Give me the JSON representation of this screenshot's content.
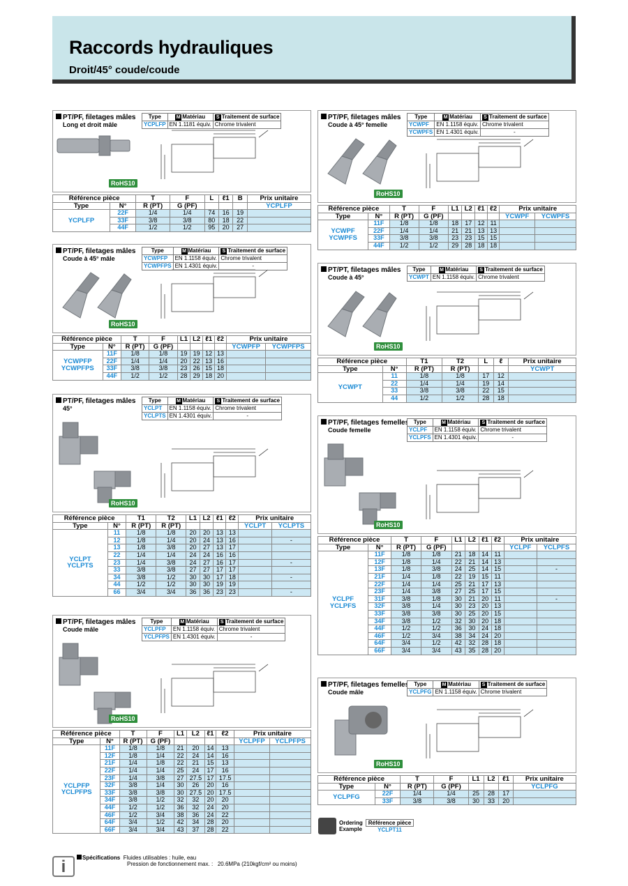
{
  "page": {
    "title": "Raccords hydrauliques",
    "subtitle": "Droit/45° coude/coude"
  },
  "common": {
    "type": "Type",
    "m": "M",
    "s": "S",
    "materiau": "Matériau",
    "traitement": "Traitement de surface",
    "ref": "Référence pièce",
    "no": "N°",
    "prix": "Prix unitaire",
    "rohs": "RoHS10",
    "chrome": "Chrome trivalent",
    "dash": "-"
  },
  "s1": {
    "title": "PT/PF, filetages mâles",
    "sub": "Long et droit mâle",
    "mat": [
      [
        "YCPLFP",
        "EN 1.1181 équiv.",
        "Chrome trivalent"
      ]
    ],
    "type": "YCPLFP",
    "cols": [
      "T",
      "F",
      "L",
      "ℓ1",
      "B"
    ],
    "cols2": [
      "R (PT)",
      "G (PF)"
    ],
    "price": [
      "YCPLFP"
    ],
    "rows": [
      [
        "22F",
        "1/4",
        "1/4",
        "74",
        "16",
        "19"
      ],
      [
        "33F",
        "3/8",
        "3/8",
        "80",
        "18",
        "22"
      ],
      [
        "44F",
        "1/2",
        "1/2",
        "95",
        "20",
        "27"
      ]
    ]
  },
  "s2": {
    "title": "PT/PF, filetages mâles",
    "sub": "Coude à 45° mâle",
    "mat": [
      [
        "YCWPFP",
        "EN 1.1158 équiv.",
        "Chrome trivalent"
      ],
      [
        "YCWPFPS",
        "EN 1.4301 équiv.",
        "-"
      ]
    ],
    "type1": "YCWPFP",
    "type2": "YCWPFPS",
    "cols": [
      "T",
      "F",
      "L1",
      "L2",
      "ℓ1",
      "ℓ2"
    ],
    "cols2": [
      "R (PT)",
      "G (PF)"
    ],
    "price": [
      "YCWPFP",
      "YCWPFPS"
    ],
    "rows": [
      [
        "11F",
        "1/8",
        "1/8",
        "19",
        "19",
        "12",
        "13"
      ],
      [
        "22F",
        "1/4",
        "1/4",
        "20",
        "22",
        "13",
        "16"
      ],
      [
        "33F",
        "3/8",
        "3/8",
        "23",
        "26",
        "15",
        "18"
      ],
      [
        "44F",
        "1/2",
        "1/2",
        "28",
        "29",
        "18",
        "20"
      ]
    ]
  },
  "s3": {
    "title": "PT/PF, filetages mâles",
    "sub": "45°",
    "mat": [
      [
        "YCLPT",
        "EN 1.1158 équiv.",
        "Chrome trivalent"
      ],
      [
        "YCLPTS",
        "EN 1.4301 équiv.",
        "-"
      ]
    ],
    "type1": "YCLPT",
    "type2": "YCLPTS",
    "cols": [
      "T1",
      "T2",
      "L1",
      "L2",
      "ℓ1",
      "ℓ2"
    ],
    "cols2": [
      "R (PT)",
      "R (PT)"
    ],
    "price": [
      "YCLPT",
      "YCLPTS"
    ],
    "rows": [
      [
        "11",
        "1/8",
        "1/8",
        "20",
        "20",
        "13",
        "13",
        ""
      ],
      [
        "12",
        "1/8",
        "1/4",
        "20",
        "24",
        "13",
        "16",
        "-"
      ],
      [
        "13",
        "1/8",
        "3/8",
        "20",
        "27",
        "13",
        "17",
        ""
      ],
      [
        "22",
        "1/4",
        "1/4",
        "24",
        "24",
        "16",
        "16",
        ""
      ],
      [
        "23",
        "1/4",
        "3/8",
        "24",
        "27",
        "16",
        "17",
        "-"
      ],
      [
        "33",
        "3/8",
        "3/8",
        "27",
        "27",
        "17",
        "17",
        ""
      ],
      [
        "34",
        "3/8",
        "1/2",
        "30",
        "30",
        "17",
        "18",
        "-"
      ],
      [
        "44",
        "1/2",
        "1/2",
        "30",
        "30",
        "19",
        "19",
        ""
      ],
      [
        "66",
        "3/4",
        "3/4",
        "36",
        "36",
        "23",
        "23",
        "-"
      ]
    ]
  },
  "s4": {
    "title": "PT/PF, filetages mâles",
    "sub": "Coude mâle",
    "mat": [
      [
        "YCLPFP",
        "EN 1.1158 équiv.",
        "Chrome trivalent"
      ],
      [
        "YCLPFPS",
        "EN 1.4301 équiv.",
        "-"
      ]
    ],
    "type1": "YCLPFP",
    "type2": "YCLPFPS",
    "cols": [
      "T",
      "F",
      "L1",
      "L2",
      "ℓ1",
      "ℓ2"
    ],
    "cols2": [
      "R (PT)",
      "G (PF)"
    ],
    "price": [
      "YCLPFP",
      "YCLPFPS"
    ],
    "rows": [
      [
        "11F",
        "1/8",
        "1/8",
        "21",
        "20",
        "14",
        "13"
      ],
      [
        "12F",
        "1/8",
        "1/4",
        "22",
        "24",
        "14",
        "16"
      ],
      [
        "21F",
        "1/4",
        "1/8",
        "22",
        "21",
        "15",
        "13"
      ],
      [
        "22F",
        "1/4",
        "1/4",
        "25",
        "24",
        "17",
        "16"
      ],
      [
        "23F",
        "1/4",
        "3/8",
        "27",
        "27.5",
        "17",
        "17.5"
      ],
      [
        "32F",
        "3/8",
        "1/4",
        "30",
        "26",
        "20",
        "16"
      ],
      [
        "33F",
        "3/8",
        "3/8",
        "30",
        "27.5",
        "20",
        "17.5"
      ],
      [
        "34F",
        "3/8",
        "1/2",
        "32",
        "32",
        "20",
        "20"
      ],
      [
        "44F",
        "1/2",
        "1/2",
        "36",
        "32",
        "24",
        "20"
      ],
      [
        "46F",
        "1/2",
        "3/4",
        "38",
        "36",
        "24",
        "22"
      ],
      [
        "64F",
        "3/4",
        "1/2",
        "42",
        "34",
        "28",
        "20"
      ],
      [
        "66F",
        "3/4",
        "3/4",
        "43",
        "37",
        "28",
        "22"
      ]
    ]
  },
  "s5": {
    "title": "PT/PF, filetages mâles",
    "sub": "Coude à 45° femelle",
    "mat": [
      [
        "YCWPF",
        "EN 1.1158 équiv.",
        "Chrome trivalent"
      ],
      [
        "YCWPFS",
        "EN 1.4301 équiv.",
        "-"
      ]
    ],
    "type1": "YCWPF",
    "type2": "YCWPFS",
    "cols": [
      "T",
      "F",
      "L1",
      "L2",
      "ℓ1",
      "ℓ2"
    ],
    "cols2": [
      "R (PT)",
      "G (PF)"
    ],
    "price": [
      "YCWPF",
      "YCWPFS"
    ],
    "rows": [
      [
        "11F",
        "1/8",
        "1/8",
        "18",
        "17",
        "12",
        "11"
      ],
      [
        "22F",
        "1/4",
        "1/4",
        "21",
        "21",
        "13",
        "13"
      ],
      [
        "33F",
        "3/8",
        "3/8",
        "23",
        "23",
        "15",
        "15"
      ],
      [
        "44F",
        "1/2",
        "1/2",
        "29",
        "28",
        "18",
        "18"
      ]
    ]
  },
  "s6": {
    "title": "PT/PT, filetages mâles",
    "sub": "Coude à 45°",
    "mat": [
      [
        "YCWPT",
        "EN 1.1158 équiv.",
        "Chrome trivalent"
      ]
    ],
    "type": "YCWPT",
    "cols": [
      "T1",
      "T2",
      "L",
      "ℓ"
    ],
    "cols2": [
      "R (PT)",
      "R (PT)"
    ],
    "price": [
      "YCWPT"
    ],
    "rows": [
      [
        "11",
        "1/8",
        "1/8",
        "17",
        "12"
      ],
      [
        "22",
        "1/4",
        "1/4",
        "19",
        "14"
      ],
      [
        "33",
        "3/8",
        "3/8",
        "22",
        "15"
      ],
      [
        "44",
        "1/2",
        "1/2",
        "28",
        "18"
      ]
    ]
  },
  "s7": {
    "title": "PT/PF, filetages femelles",
    "sub": "Coude femelle",
    "mat": [
      [
        "YCLPF",
        "EN 1.1158 équiv.",
        "Chrome trivalent"
      ],
      [
        "YCLPFS",
        "EN 1.4301 équiv.",
        "-"
      ]
    ],
    "type1": "YCLPF",
    "type2": "YCLPFS",
    "cols": [
      "T",
      "F",
      "L1",
      "L2",
      "ℓ1",
      "ℓ2"
    ],
    "cols2": [
      "R (PT)",
      "G (PF)"
    ],
    "price": [
      "YCLPF",
      "YCLPFS"
    ],
    "rows": [
      [
        "11F",
        "1/8",
        "1/8",
        "21",
        "18",
        "14",
        "11",
        ""
      ],
      [
        "12F",
        "1/8",
        "1/4",
        "22",
        "21",
        "14",
        "13",
        ""
      ],
      [
        "13F",
        "1/8",
        "3/8",
        "24",
        "25",
        "14",
        "15",
        "-"
      ],
      [
        "21F",
        "1/4",
        "1/8",
        "22",
        "19",
        "15",
        "11",
        ""
      ],
      [
        "22F",
        "1/4",
        "1/4",
        "25",
        "21",
        "17",
        "13",
        ""
      ],
      [
        "23F",
        "1/4",
        "3/8",
        "27",
        "25",
        "17",
        "15",
        ""
      ],
      [
        "31F",
        "3/8",
        "1/8",
        "30",
        "21",
        "20",
        "11",
        "-"
      ],
      [
        "32F",
        "3/8",
        "1/4",
        "30",
        "23",
        "20",
        "13",
        ""
      ],
      [
        "33F",
        "3/8",
        "3/8",
        "30",
        "25",
        "20",
        "15",
        ""
      ],
      [
        "34F",
        "3/8",
        "1/2",
        "32",
        "30",
        "20",
        "18",
        ""
      ],
      [
        "44F",
        "1/2",
        "1/2",
        "36",
        "30",
        "24",
        "18",
        ""
      ],
      [
        "46F",
        "1/2",
        "3/4",
        "38",
        "34",
        "24",
        "20",
        ""
      ],
      [
        "64F",
        "3/4",
        "1/2",
        "42",
        "32",
        "28",
        "18",
        ""
      ],
      [
        "66F",
        "3/4",
        "3/4",
        "43",
        "35",
        "28",
        "20",
        ""
      ]
    ]
  },
  "s8": {
    "title": "PT/PF, filetages femelles",
    "sub": "Coude mâle",
    "mat": [
      [
        "YCLPFG",
        "EN 1.1158 équiv.",
        "Chrome trivalent"
      ]
    ],
    "type": "YCLPFG",
    "cols": [
      "T",
      "F",
      "L1",
      "L2",
      "ℓ1"
    ],
    "cols2": [
      "R (PT)",
      "G (PF)"
    ],
    "price": [
      "YCLPFG"
    ],
    "rows": [
      [
        "22F",
        "1/4",
        "1/4",
        "25",
        "28",
        "17"
      ],
      [
        "33F",
        "3/8",
        "3/8",
        "30",
        "33",
        "20"
      ]
    ]
  },
  "ordering": {
    "label1": "Ordering",
    "label2": "Example",
    "ref": "Référence pièce",
    "code": "YCLPT11"
  },
  "spec": {
    "label": "Spécifications",
    "l1": "Fluides utilisables : huile, eau",
    "l2": "Pression de fonctionnement max. :",
    "l2v": "20.6MPa (210kgf/cm² ou moins)"
  }
}
